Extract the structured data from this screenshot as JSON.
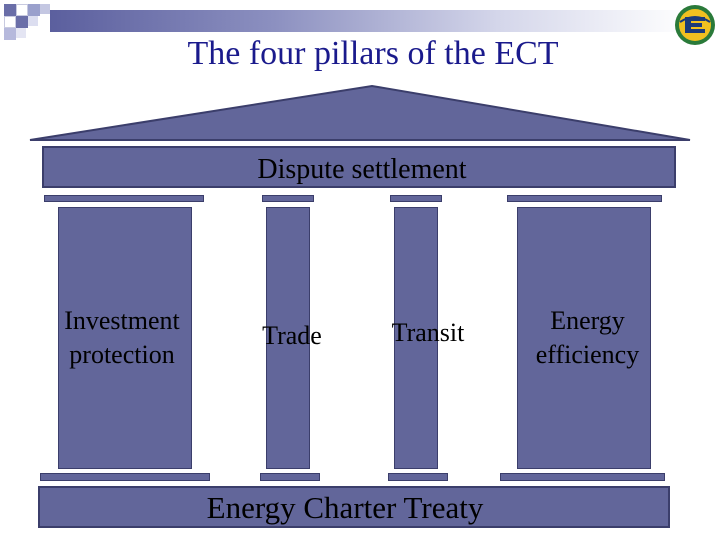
{
  "slide": {
    "title": "The four pillars of the ECT"
  },
  "diagram": {
    "roof_label": "Dispute settlement",
    "pillars": [
      {
        "label_line1": "Investment",
        "label_line2": "protection"
      },
      {
        "label_line1": "Trade",
        "label_line2": ""
      },
      {
        "label_line1": "Transit",
        "label_line2": ""
      },
      {
        "label_line1": "Energy",
        "label_line2": "efficiency"
      }
    ],
    "foundation_label": "Energy Charter Treaty"
  },
  "colors": {
    "structure_fill": "#62669a",
    "structure_outline": "#3b3e6b",
    "title_text": "#1a1a8c",
    "label_text": "#000000"
  },
  "icons": {
    "logo": "energy-charter-logo"
  }
}
